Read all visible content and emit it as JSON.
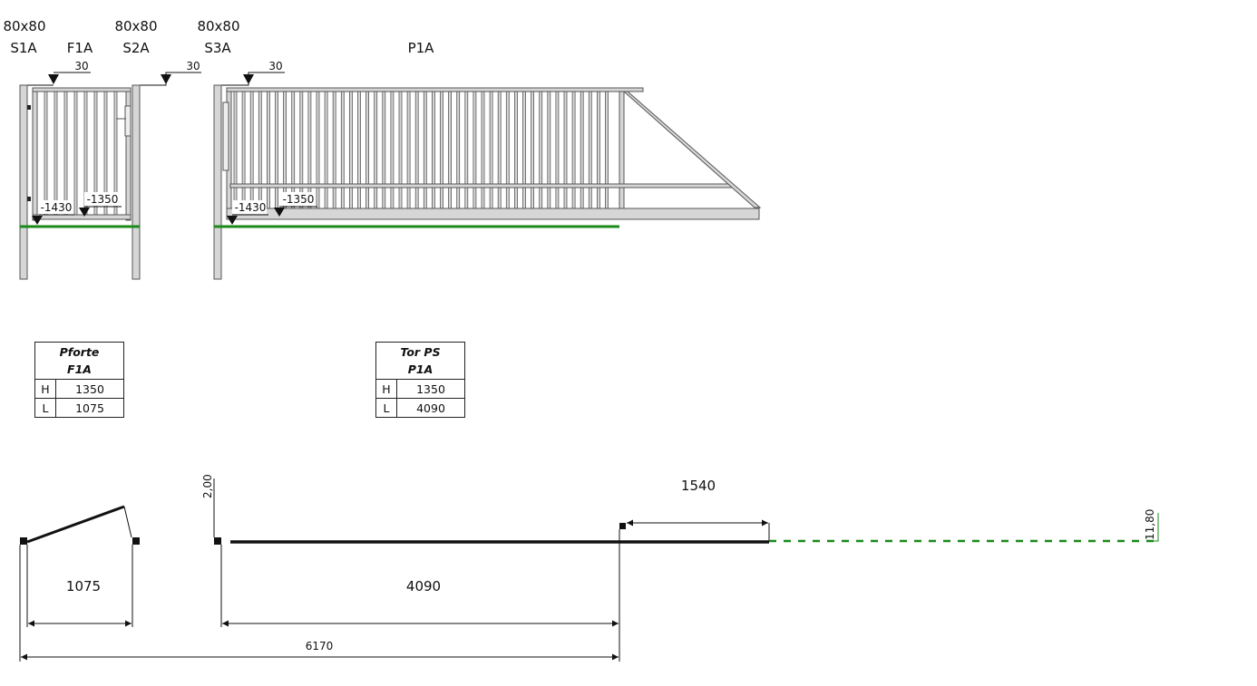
{
  "elements": {
    "s1a": {
      "size": "80x80",
      "id": "S1A"
    },
    "f1a": {
      "id": "F1A"
    },
    "s2a": {
      "size": "80x80",
      "id": "S2A"
    },
    "s3a": {
      "size": "80x80",
      "id": "S3A"
    },
    "p1a": {
      "id": "P1A"
    }
  },
  "elevation": {
    "top_marks": [
      "30",
      "30",
      "30"
    ],
    "f1a_levels": [
      "-1430",
      "-1350"
    ],
    "p1a_levels": [
      "-1430",
      "-1350"
    ]
  },
  "tables": [
    {
      "title": "Pforte",
      "id": "F1A",
      "rows": [
        {
          "k": "H",
          "v": "1350"
        },
        {
          "k": "L",
          "v": "1075"
        }
      ]
    },
    {
      "title": "Tor PS",
      "id": "P1A",
      "rows": [
        {
          "k": "H",
          "v": "1350"
        },
        {
          "k": "L",
          "v": "4090"
        }
      ]
    }
  ],
  "plan": {
    "gate_width": "1075",
    "slope_left": "2,00",
    "sliding_width": "4090",
    "overall": "6170",
    "counterweight": "1540",
    "slope_right": "11,80"
  },
  "colors": {
    "ground": "#1a8a1a",
    "frame": "#d6d6d6",
    "line": "#111111"
  }
}
